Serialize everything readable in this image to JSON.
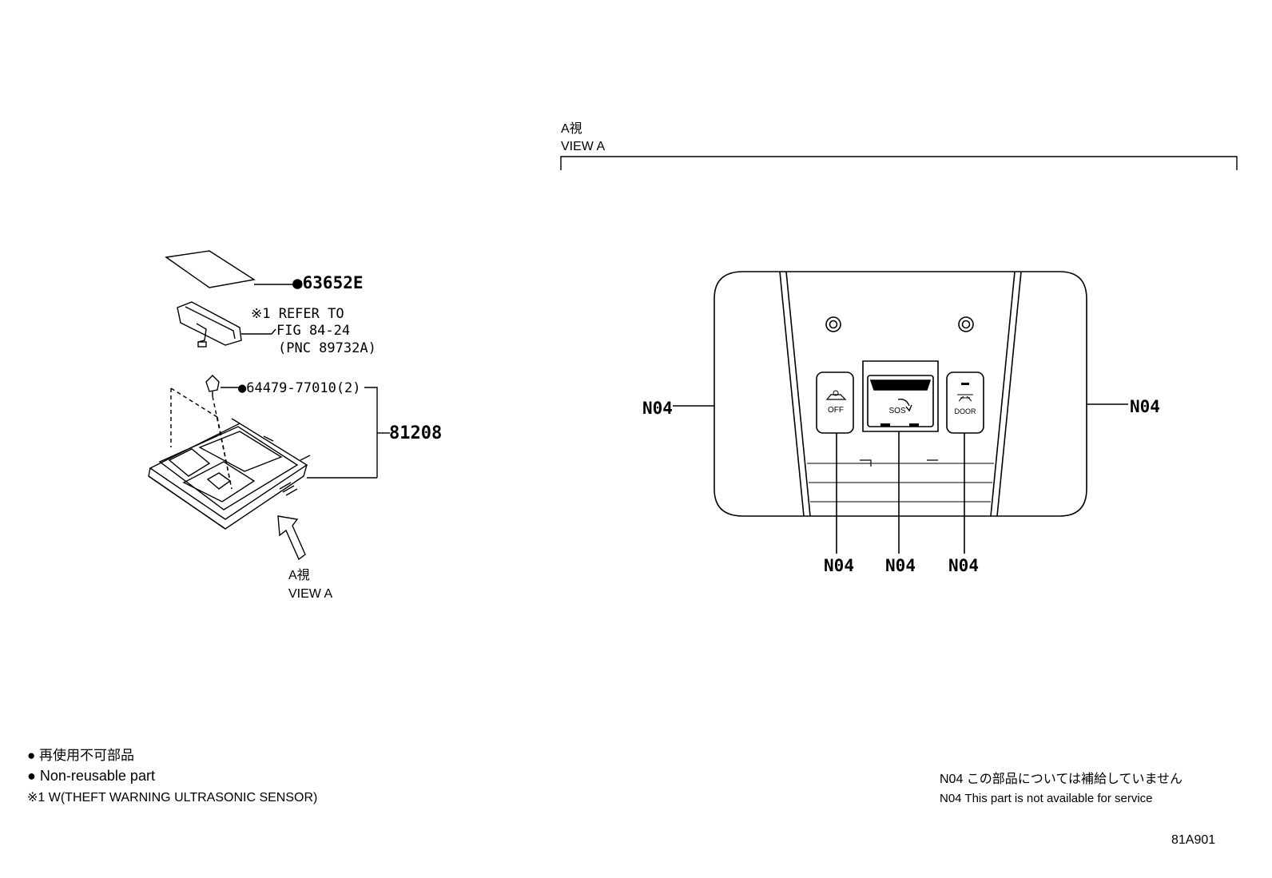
{
  "left": {
    "callouts": {
      "part_63652e": "●63652E",
      "refer_line1": "※1 REFER TO",
      "refer_line2": "FIG 84-24",
      "refer_line3": "(PNC 89732A)",
      "clip_part": "●64479-77010(2)",
      "assembly": "81208"
    },
    "view_label_jp": "A視",
    "view_label_en": "VIEW A"
  },
  "view_a": {
    "title_jp": "A視",
    "title_en": "VIEW A",
    "callout_left": "N04",
    "callout_right": "N04",
    "callout_bottom_1": "N04",
    "callout_bottom_2": "N04",
    "callout_bottom_3": "N04",
    "button_off": "OFF",
    "button_sos": "SOS",
    "button_door": "DOOR"
  },
  "legend": {
    "line1": "● 再使用不可部品",
    "line2": "● Non-reusable part",
    "line3": "※1 W(THEFT WARNING ULTRASONIC SENSOR)"
  },
  "note": {
    "line1": "N04 この部品については補給していません",
    "line2": "N04 This part is not available for service"
  },
  "figure_code": "81A901"
}
